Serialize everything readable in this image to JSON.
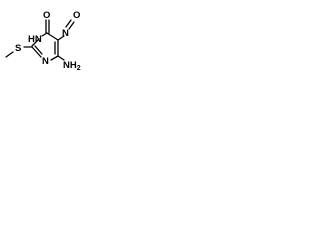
{
  "atoms": {
    "carbonyl_oxygen": "O",
    "nitroso_nitrogen": "N",
    "nitroso_oxygen": "O",
    "ring_nh_label": "HN",
    "ring_nitrogen": "N",
    "sulfur": "S",
    "amine_label": "NH",
    "amine_subscript": "2"
  },
  "colors": {
    "bond": "#000000",
    "text": "#000000",
    "background": "#ffffff"
  }
}
